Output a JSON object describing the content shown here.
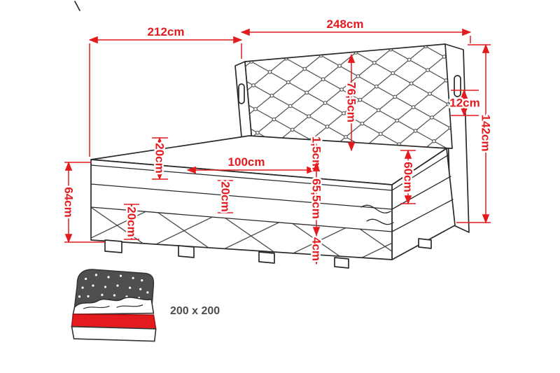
{
  "diagram": {
    "kind": "bed-technical-dimension-drawing",
    "colors": {
      "dimension": "#e31b1e",
      "outline": "#2a2a2a",
      "thumbnail_headboard": "#4f4f4f",
      "thumbnail_mattress": "#e31b1e"
    },
    "labels": {
      "width_top_left": "212cm",
      "width_headboard": "248cm",
      "headboard_height": "76,5cm",
      "wing_width": "12cm",
      "total_height": "142cm",
      "foot_end_height": "64cm",
      "layer_top": "20cm",
      "half_width": "100cm",
      "top_seam": "1,5cm",
      "layer_mid": "20cm",
      "side_height": "60cm",
      "base_height": "65,5cm",
      "layer_low": "20cm",
      "leg_height": "4cm"
    },
    "thumbnail": {
      "size_label": "200 x 200"
    }
  }
}
